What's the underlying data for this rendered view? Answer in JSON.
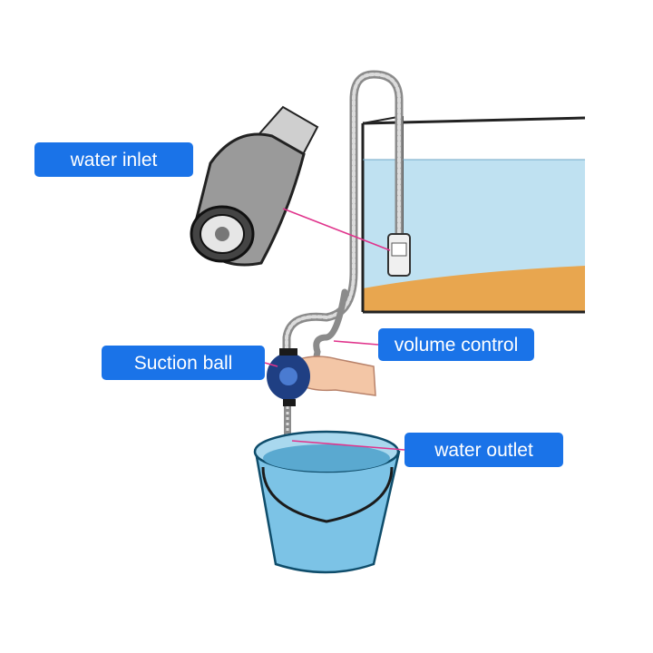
{
  "labels": {
    "water_inlet": "water inlet",
    "suction_ball": "Suction ball",
    "volume_control": "volume control",
    "water_outlet": "water outlet"
  },
  "colors": {
    "label_bg": "#1a73e8",
    "label_text": "#ffffff",
    "leader_line": "#e0348c",
    "tank_water": "#bfe1f1",
    "gravel": "#e8a64f",
    "bucket": "#7cc3e6",
    "bulb": "#1f3f83"
  }
}
